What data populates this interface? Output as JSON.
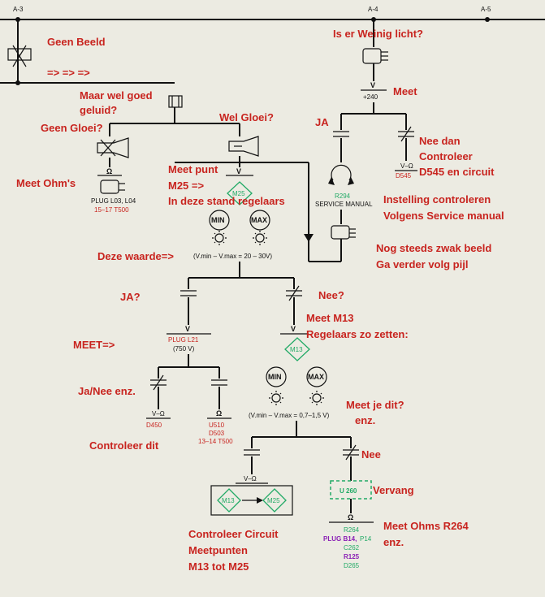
{
  "labels": {
    "a3": "A-3",
    "a4": "A-4",
    "a5": "A-5",
    "geen_beeld": "Geen Beeld",
    "arrows": "=> => =>",
    "maar_wel_goed": "Maar wel goed",
    "geluid": "geluid?",
    "geen_gloei": "Geen Gloei?",
    "wel_gloei": "Wel Gloei?",
    "meet_ohms": "Meet Ohm's",
    "meet_punt": "Meet punt",
    "m25_arrow": "M25 =>",
    "in_deze_stand": "In deze stand regelaars",
    "deze_waarde": "Deze waarde=>",
    "is_er_weinig": "Is er Weinig licht?",
    "meet": "Meet",
    "ja": "JA",
    "nee_dan": "Nee dan",
    "controleer": "Controleer",
    "d545_circuit": "D545 en circuit",
    "instelling": "Instelling controleren",
    "volgens_service": "Volgens Service manual",
    "nog_steeds": "Nog steeds zwak beeld",
    "ga_verder": "Ga verder volg pijl",
    "ja_q": "JA?",
    "nee_q": "Nee?",
    "meet_m13": "Meet M13",
    "regelaars_zo": "Regelaars zo zetten:",
    "meet_arrow": "MEET=>",
    "ja_nee": "Ja/Nee enz.",
    "controleer_dit": "Controleer dit",
    "meet_je_dit": "Meet je dit?",
    "enz1": "enz.",
    "nee2": "Nee",
    "vervang": "Vervang",
    "meet_ohms_r264": "Meet Ohms R264",
    "enz2": "enz.",
    "controleer_circuit": "Controleer Circuit",
    "meetpunten": "Meetpunten",
    "m13_tot_m25": "M13 tot M25"
  },
  "schematic": {
    "omega": "Ω",
    "v": "V",
    "v_omega": "V–Ω",
    "plus240": "+240",
    "plug_l03": "PLUG L03, L04",
    "t500_1517": "15–17 T500",
    "m25": "M25",
    "m13": "M13",
    "min": "MIN",
    "max": "MAX",
    "formula1": "(V.min – V.max = 20 – 30V)",
    "formula2": "(V.min – V.max = 0,7–1,5 V)",
    "r294": "R294",
    "service_manual": "SERVICE MANUAL",
    "d545": "D545",
    "plug_l21": "PLUG L21",
    "v750": "(750 V)",
    "d450": "D450",
    "u510": "U510",
    "d503": "D503",
    "t500_1314": "13–14 T500",
    "u260": "U 260",
    "r264": "R264",
    "plug_b14": "PLUG B14,",
    "p14": "P14",
    "c262": "C262",
    "r125": "R125",
    "d265": "D265"
  }
}
